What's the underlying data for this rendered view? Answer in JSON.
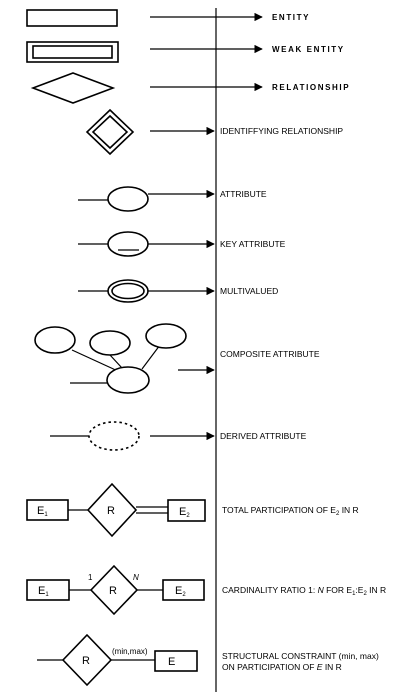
{
  "rows": {
    "entity": {
      "label": "ENTITY"
    },
    "weak_entity": {
      "label": "WEAK ENTITY"
    },
    "relationship": {
      "label": "RELATIONSHIP"
    },
    "identifying": {
      "label": "IDENTIFFYING RELATIONSHIP"
    },
    "attribute": {
      "label": "ATTRIBUTE"
    },
    "key_attribute": {
      "label": "KEY ATTRIBUTE"
    },
    "multivalued": {
      "label": "MULTIVALUED"
    },
    "composite": {
      "label": "COMPOSITE ATTRIBUTE"
    },
    "derived": {
      "label": "DERIVED  ATTRIBUTE"
    },
    "total_participation": {
      "label_prefix": "TOTAL PARTICIPATION OF E",
      "label_sub": "2",
      "label_suffix": " IN R",
      "e1": "E",
      "e1_sub": "1",
      "rel": "R",
      "e2": "E",
      "e2_sub": "2"
    },
    "cardinality": {
      "label_prefix": "CARDINALITY RATIO 1: ",
      "label_n": "N",
      "label_mid": " FOR E",
      "label_sub1": "1",
      "label_sep": ":E",
      "label_sub2": "2",
      "label_suffix": " IN R",
      "e1": "E",
      "e1_sub": "1",
      "rel": "R",
      "e2": "E",
      "e2_sub": "2",
      "one": "1",
      "n": "N"
    },
    "structural": {
      "label_line1": "STRUCTURAL CONSTRAINT (min, max)",
      "label_line2_prefix": "ON PARTICIPATION OF ",
      "label_line2_e": "E",
      "label_line2_suffix": " IN R",
      "rel": "R",
      "minmax": "(min,max)",
      "entity": "E"
    }
  }
}
